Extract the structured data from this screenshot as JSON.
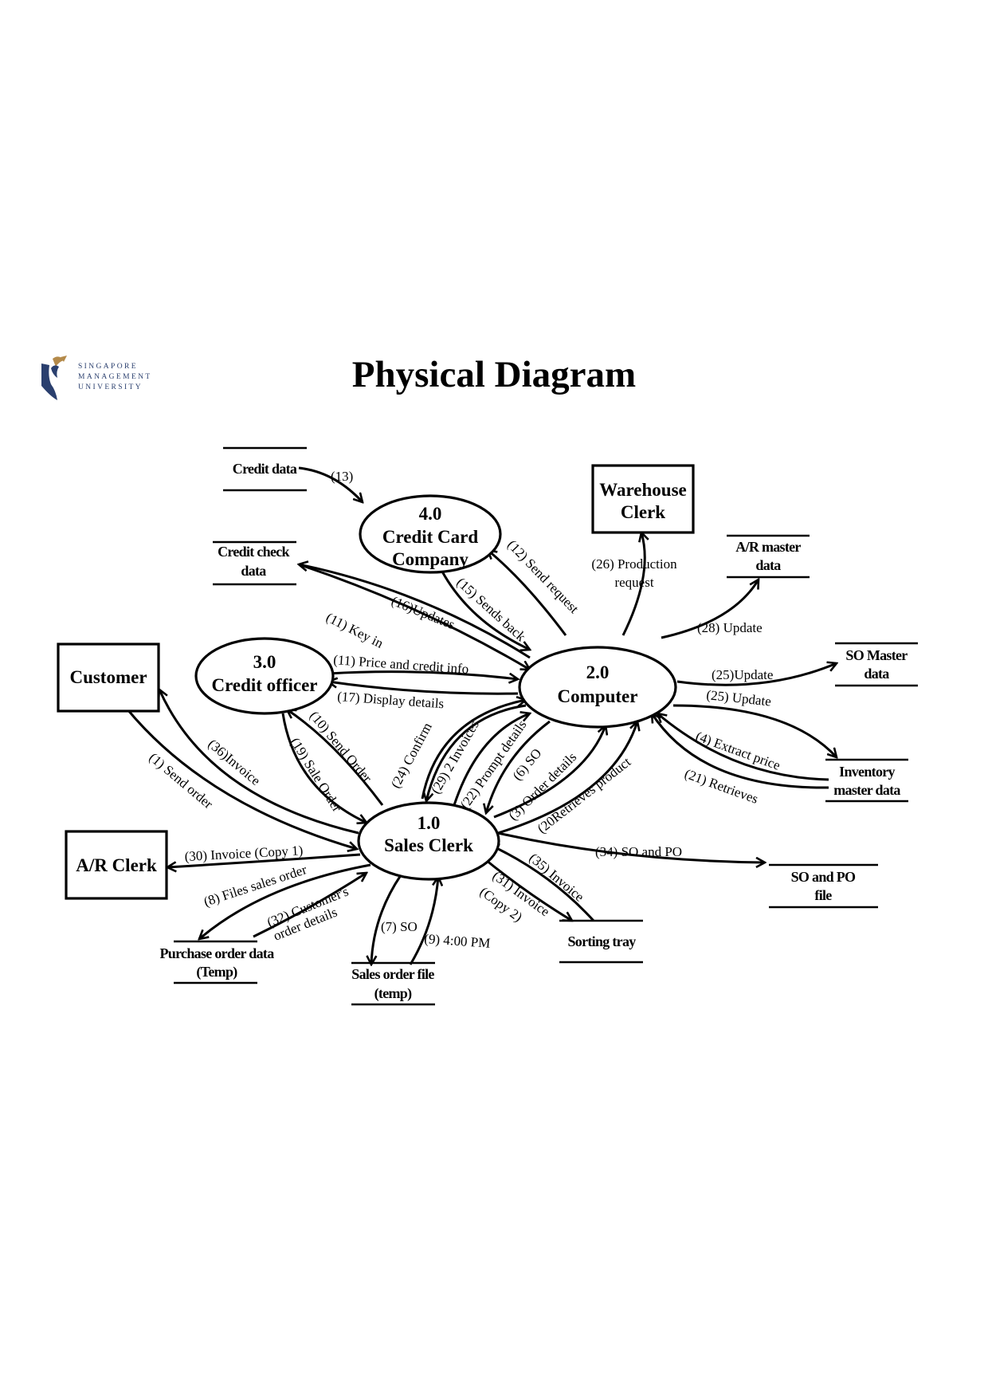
{
  "logo": {
    "line1": "SINGAPORE",
    "line2": "MANAGEMENT",
    "line3": "UNIVERSITY",
    "color": "#2a3f6e"
  },
  "title": "Physical Diagram",
  "processes": {
    "p1": {
      "number": "1.0",
      "name": "Sales Clerk"
    },
    "p2": {
      "number": "2.0",
      "name": "Computer"
    },
    "p3": {
      "number": "3.0",
      "name": "Credit officer"
    },
    "p4": {
      "number": "4.0",
      "line1": "Credit Card",
      "line2": "Company"
    }
  },
  "entities": {
    "customer": "Customer",
    "ar_clerk": "A/R Clerk",
    "warehouse_line1": "Warehouse",
    "warehouse_line2": "Clerk"
  },
  "stores": {
    "credit_data": "Credit data",
    "credit_check_1": "Credit check",
    "credit_check_2": "data",
    "ar_master_1": "A/R master",
    "ar_master_2": "data",
    "so_master_1": "SO Master",
    "so_master_2": "data",
    "inventory_1": "Inventory",
    "inventory_2": "master data",
    "so_po_1": "SO and PO",
    "so_po_2": "file",
    "sorting_tray": "Sorting tray",
    "po_data_1": "Purchase order data",
    "po_data_2": "(Temp)",
    "sales_file_1": "Sales order file",
    "sales_file_2": "(temp)"
  },
  "flows": {
    "f13": "(13)",
    "f12": "(12) Send request",
    "f15": "(15) Sends back",
    "f26a": "(26) Production",
    "f26b": "request",
    "f28": "(28) Update",
    "f16": "(16)Updates",
    "f11a": "(11) Key in",
    "f11b": "(11) Price and credit info",
    "f17": "(17) Display details",
    "f25a": "(25)Update",
    "f25b": "(25) Update",
    "f4": "(4) Extract price",
    "f21": "(21) Retrieves",
    "f36": "(36)Invoice",
    "f1": "(1) Send order",
    "f10": "(10) Send Order",
    "f19": "(19) Sale Order",
    "f24": "(24) Confirm",
    "f29": "(29) 2 Invoices",
    "f22": "(22) Prompt details",
    "f6": "(6) SO",
    "f3": "(3) Order details",
    "f20": "(20Retrieves product",
    "f34": "(34) SO and PO",
    "f35": "(35) Invoice",
    "f31a": "(31) Invoice",
    "f31b": "(Copy 2)",
    "f30": "(30) Invoice (Copy 1)",
    "f8": "(8) Files sales order",
    "f32a": "(32) Customer's",
    "f32b": "order details",
    "f7": "(7) SO",
    "f9": "(9) 4:00 PM"
  }
}
